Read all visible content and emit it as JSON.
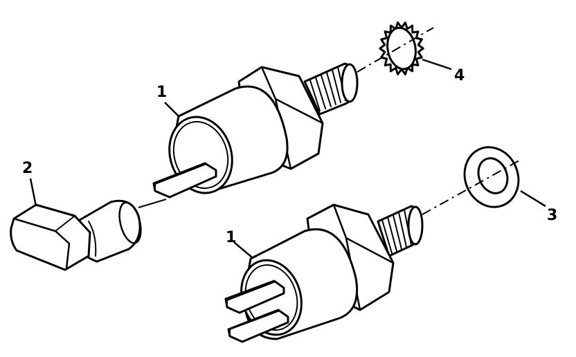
{
  "diagram": {
    "callouts": [
      {
        "id": "sensor-top",
        "label": "1"
      },
      {
        "id": "connector",
        "label": "2"
      },
      {
        "id": "flat-washer",
        "label": "3"
      },
      {
        "id": "lock-washer",
        "label": "4"
      },
      {
        "id": "sensor-bottom",
        "label": "1"
      }
    ],
    "colors": {
      "ink": "#000000",
      "paper": "#ffffff"
    }
  }
}
